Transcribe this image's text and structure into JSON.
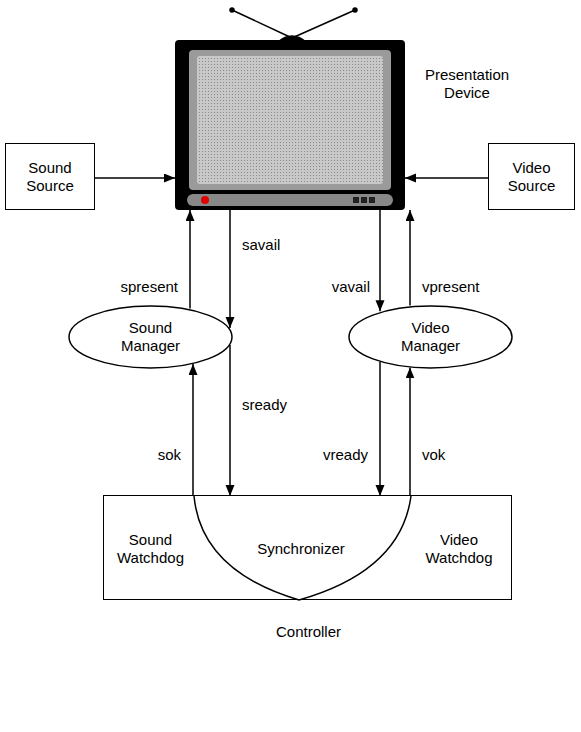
{
  "diagram": {
    "nodes": [
      {
        "text": [
          "Presentation Device"
        ]
      },
      {
        "text": [
          "Sound Source"
        ]
      },
      {
        "text": [
          "Video Source"
        ]
      },
      {
        "text": [
          "Sound Manager"
        ]
      },
      {
        "text": [
          "Video Manager"
        ]
      },
      {
        "text": [
          "Controller"
        ]
      },
      {
        "text": [
          "Sound Watchdog"
        ],
        "in": 5
      },
      {
        "text": [
          "Synchronizer"
        ],
        "in": 5
      },
      {
        "text": [
          "Video Watchdog"
        ],
        "in": 5
      }
    ],
    "edges": [
      {
        "from": 1,
        "to": 0,
        "arrow": "to"
      },
      {
        "from": 2,
        "to": 0,
        "arrow": "to"
      },
      {
        "from": 3,
        "to": 0,
        "label": "spresent",
        "arrow": "to"
      },
      {
        "from": 0,
        "to": 3,
        "label": "savail",
        "arrow": "to"
      },
      {
        "from": 0,
        "to": 4,
        "label": "vavail",
        "arrow": "to"
      },
      {
        "from": 4,
        "to": 0,
        "label": "vpresent",
        "arrow": "to"
      },
      {
        "from": 6,
        "to": 3,
        "label": "sok",
        "arrow": "to"
      },
      {
        "from": 3,
        "to": 7,
        "label": "sready",
        "arrow": "to"
      },
      {
        "from": 4,
        "to": 7,
        "label": "vready",
        "arrow": "to"
      },
      {
        "from": 8,
        "to": 4,
        "label": "vok",
        "arrow": "to"
      }
    ]
  }
}
